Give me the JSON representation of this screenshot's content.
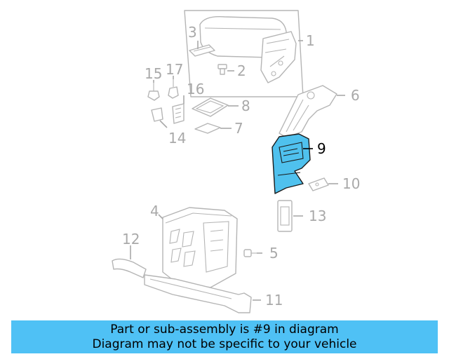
{
  "diagram": {
    "callouts": [
      {
        "id": "1",
        "label": "1",
        "highlighted": false
      },
      {
        "id": "2",
        "label": "2",
        "highlighted": false
      },
      {
        "id": "3",
        "label": "3",
        "highlighted": false
      },
      {
        "id": "4",
        "label": "4",
        "highlighted": false
      },
      {
        "id": "5",
        "label": "5",
        "highlighted": false
      },
      {
        "id": "6",
        "label": "6",
        "highlighted": false
      },
      {
        "id": "7",
        "label": "7",
        "highlighted": false
      },
      {
        "id": "8",
        "label": "8",
        "highlighted": false
      },
      {
        "id": "9",
        "label": "9",
        "highlighted": true
      },
      {
        "id": "10",
        "label": "10",
        "highlighted": false
      },
      {
        "id": "11",
        "label": "11",
        "highlighted": false
      },
      {
        "id": "12",
        "label": "12",
        "highlighted": false
      },
      {
        "id": "13",
        "label": "13",
        "highlighted": false
      },
      {
        "id": "14",
        "label": "14",
        "highlighted": false
      },
      {
        "id": "15",
        "label": "15",
        "highlighted": false
      },
      {
        "id": "16",
        "label": "16",
        "highlighted": false
      },
      {
        "id": "17",
        "label": "17",
        "highlighted": false
      }
    ],
    "colors": {
      "highlight_fill": "#4fc1ee",
      "line_gray": "#b5b5b5",
      "label_gray": "#a9a9a9",
      "banner_bg": "#4fc1f5"
    }
  },
  "banner": {
    "line1": "Part or sub-assembly is #9 in diagram",
    "line2": "Diagram may not be specific to your vehicle"
  }
}
